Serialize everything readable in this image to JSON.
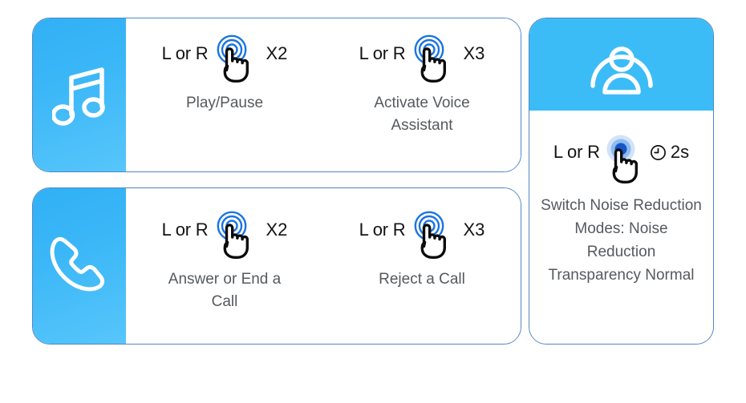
{
  "colors": {
    "card_border": "#4f87c4",
    "panel_blue_top": "#31b0f6",
    "panel_blue_bottom": "#57c6fb",
    "header_blue": "#3cbcf7",
    "ripple_blue": "#1a74e0",
    "text_dark": "#131313",
    "text_label": "#555a5e",
    "background": "#ffffff"
  },
  "cards": [
    {
      "id": "music-card",
      "icon": "music-note-icon",
      "gestures": [
        {
          "id": "play-pause",
          "ear": "L or R",
          "count": "X2",
          "tap": "double-tap-icon",
          "label": "Play/Pause"
        },
        {
          "id": "voice-assistant",
          "ear": "L or R",
          "count": "X3",
          "tap": "triple-tap-icon",
          "label": "Activate Voice Assistant"
        }
      ]
    },
    {
      "id": "call-card",
      "icon": "phone-icon",
      "gestures": [
        {
          "id": "answer-end-call",
          "ear": "L or R",
          "count": "X2",
          "tap": "double-tap-icon",
          "label": "Answer or End a Call"
        },
        {
          "id": "reject-call",
          "ear": "L or R",
          "count": "X3",
          "tap": "triple-tap-icon",
          "label": "Reject a Call"
        }
      ]
    }
  ],
  "right_card": {
    "id": "noise-control-card",
    "icon": "person-headphones-icon",
    "ear": "L or R",
    "tap": "long-press-icon",
    "clock_icon": "clock-icon",
    "duration": "2s",
    "label": "Switch Noise Reduction Modes: Noise Reduction Transparency Normal"
  }
}
